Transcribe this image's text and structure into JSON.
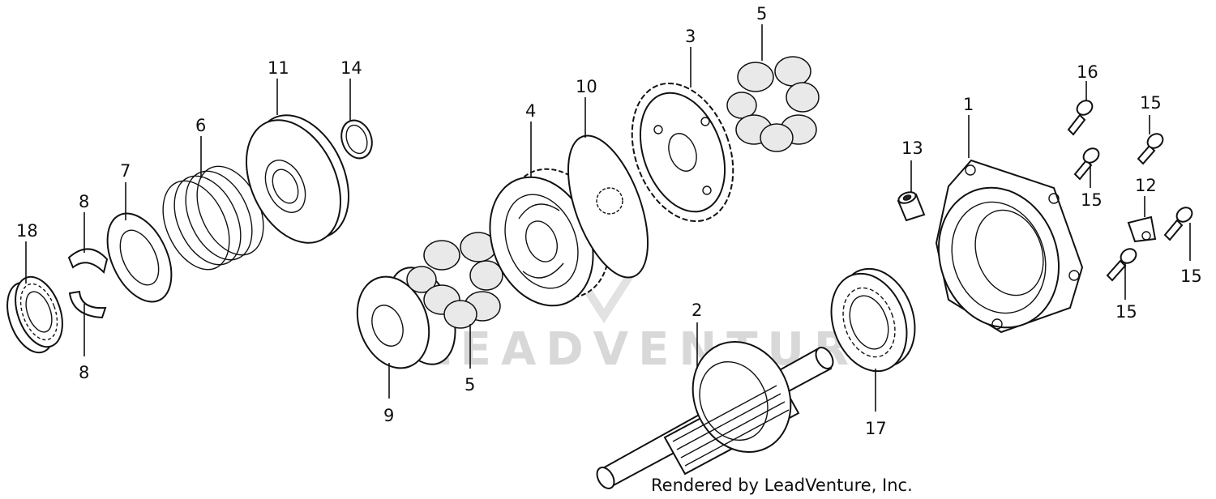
{
  "diagram": {
    "credit": "Rendered by LeadVenture, Inc.",
    "watermark": "LEADVENTURE",
    "callouts": {
      "c1": "1",
      "c2": "2",
      "c3": "3",
      "c4": "4",
      "c5a": "5",
      "c5b": "5",
      "c6": "6",
      "c7": "7",
      "c8a": "8",
      "c8b": "8",
      "c9": "9",
      "c10": "10",
      "c11": "11",
      "c12": "12",
      "c13": "13",
      "c14": "14",
      "c15a": "15",
      "c15b": "15",
      "c15c": "15",
      "c15d": "15",
      "c16": "16",
      "c17": "17",
      "c18": "18"
    }
  }
}
